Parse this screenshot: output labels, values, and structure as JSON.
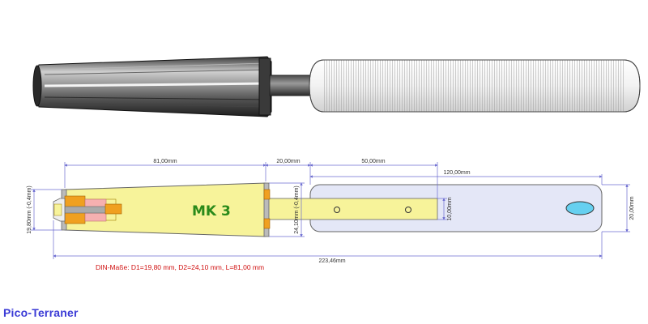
{
  "drawing": {
    "label_model": "MK 3",
    "dimensions": {
      "cone_length": "81,00mm",
      "shaft_length": "20,00mm",
      "handle_slot": "50,00mm",
      "handle_length": "120,00mm",
      "total_length": "223,46mm",
      "small_diameter": "19,80mm (-0,4mm)",
      "large_diameter": "24,10mm (-0,4mm)",
      "slot_width": "10,00mm",
      "handle_width": "20,00mm"
    },
    "din_note": "DIN-Maße: D1=19,80 mm, D2=24,10 mm, L=81,00 mm"
  },
  "brand": "Pico-Terraner",
  "colors": {
    "cone_fill": "#f7f39a",
    "orange_part": "#f0a020",
    "handle_fill": "#e4e7f7",
    "dim_line": "#6b6bd0",
    "din_text": "#d01010",
    "mk_text": "#2a8a1a",
    "brand_text": "#3b3bd6"
  }
}
